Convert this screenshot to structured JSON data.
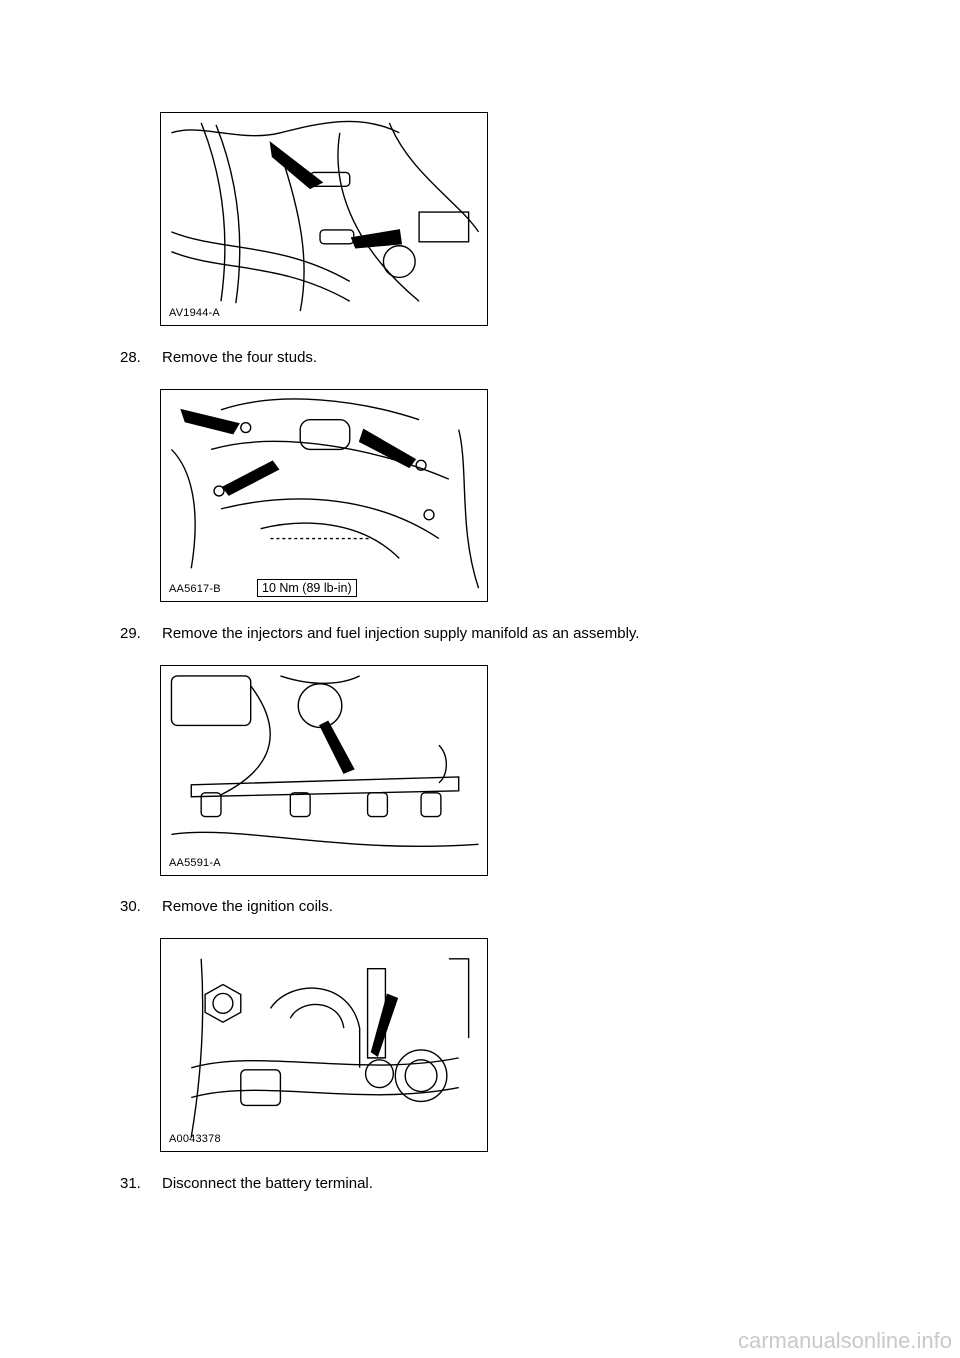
{
  "figures": [
    {
      "code": "AV1944-A"
    },
    {
      "code": "AA5617-B",
      "torque": "10 Nm (89 lb-in)"
    },
    {
      "code": "AA5591-A"
    },
    {
      "code": "A0043378"
    }
  ],
  "steps": [
    {
      "number": "28.",
      "text": "Remove the four studs."
    },
    {
      "number": "29.",
      "text": "Remove the injectors and fuel injection supply manifold as an assembly."
    },
    {
      "number": "30.",
      "text": "Remove the ignition coils."
    },
    {
      "number": "31.",
      "text": "Disconnect the battery terminal."
    }
  ],
  "footer": {
    "watermark": "carmanualsonline.info"
  }
}
